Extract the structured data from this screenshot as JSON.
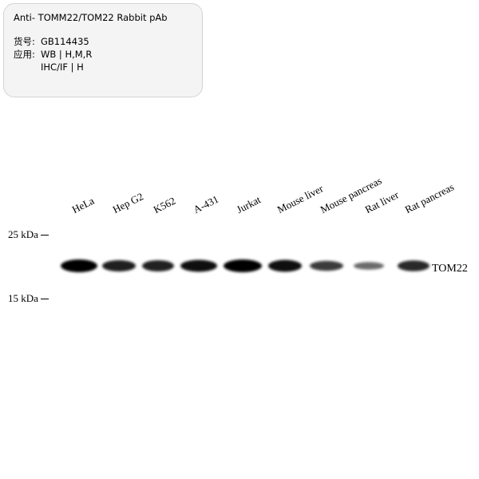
{
  "info": {
    "title": "Anti- TOMM22/TOM22 Rabbit pAb",
    "catalog_key": "货号:",
    "catalog_value": "GB114435",
    "application_key": "应用:",
    "application_value": "WB | H,M,R\nIHC/IF | H"
  },
  "blot": {
    "lanes": [
      "HeLa",
      "Hep G2",
      "K562",
      "A-431",
      "Jurkat",
      "Mouse liver",
      "Mouse pancreas",
      "Rat liver",
      "Rat pancreas"
    ],
    "band_intensity": [
      1.0,
      0.82,
      0.8,
      0.9,
      1.0,
      0.9,
      0.65,
      0.35,
      0.75
    ],
    "markers": [
      {
        "label": "25 kDa"
      },
      {
        "label": "15 kDa"
      }
    ],
    "band_label": "TOM22",
    "band_color": "#000000"
  }
}
